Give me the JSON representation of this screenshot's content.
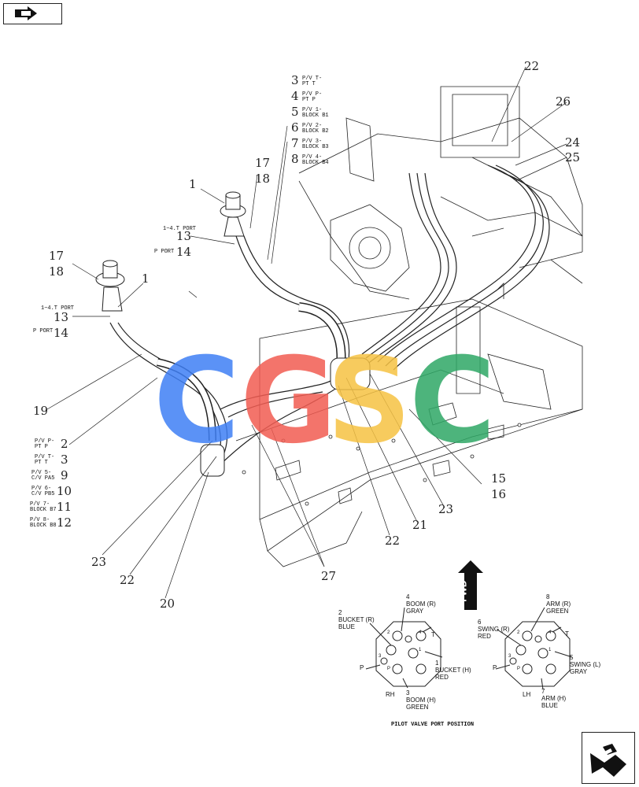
{
  "nav": {
    "top_left_icon": "arrow-right-icon",
    "bottom_right_icon": "arrow-right-icon"
  },
  "fwd_label": "FWD",
  "watermark": {
    "letters": [
      "C",
      "G",
      "S",
      "C"
    ],
    "colors": [
      "#3f7ff5",
      "#f25c52",
      "#f6c243",
      "#2fa866"
    ]
  },
  "callouts": [
    {
      "id": "c1a",
      "text": "1"
    },
    {
      "id": "c1b",
      "text": "1"
    },
    {
      "id": "c2",
      "text": "2"
    },
    {
      "id": "c3",
      "text": "3"
    },
    {
      "id": "c3b",
      "text": "3"
    },
    {
      "id": "c4",
      "text": "4"
    },
    {
      "id": "c5",
      "text": "5"
    },
    {
      "id": "c6",
      "text": "6"
    },
    {
      "id": "c7",
      "text": "7"
    },
    {
      "id": "c8",
      "text": "8"
    },
    {
      "id": "c9",
      "text": "9"
    },
    {
      "id": "c10",
      "text": "10"
    },
    {
      "id": "c11",
      "text": "11"
    },
    {
      "id": "c12",
      "text": "12"
    },
    {
      "id": "c13a",
      "text": "13"
    },
    {
      "id": "c13b",
      "text": "13"
    },
    {
      "id": "c14a",
      "text": "14"
    },
    {
      "id": "c14b",
      "text": "14"
    },
    {
      "id": "c15",
      "text": "15"
    },
    {
      "id": "c16",
      "text": "16"
    },
    {
      "id": "c17a",
      "text": "17"
    },
    {
      "id": "c17b",
      "text": "17"
    },
    {
      "id": "c18a",
      "text": "18"
    },
    {
      "id": "c18b",
      "text": "18"
    },
    {
      "id": "c19",
      "text": "19"
    },
    {
      "id": "c20",
      "text": "20"
    },
    {
      "id": "c21",
      "text": "21"
    },
    {
      "id": "c22a",
      "text": "22"
    },
    {
      "id": "c22b",
      "text": "22"
    },
    {
      "id": "c22c",
      "text": "22"
    },
    {
      "id": "c23a",
      "text": "23"
    },
    {
      "id": "c23b",
      "text": "23"
    },
    {
      "id": "c24",
      "text": "24"
    },
    {
      "id": "c25",
      "text": "25"
    },
    {
      "id": "c26",
      "text": "26"
    },
    {
      "id": "c27",
      "text": "27"
    }
  ],
  "legend_top": [
    {
      "num": "3",
      "text": "P/V T-\nPT T"
    },
    {
      "num": "4",
      "text": "P/V P-\nPT P"
    },
    {
      "num": "5",
      "text": "P/V 1-\nBLOCK B1"
    },
    {
      "num": "6",
      "text": "P/V 2-\nBLOCK B2"
    },
    {
      "num": "7",
      "text": "P/V 3-\nBLOCK B3"
    },
    {
      "num": "8",
      "text": "P/V 4-\nBLOCK B4"
    }
  ],
  "legend_left": [
    {
      "num": "2",
      "text": "P/V P-\nPT P"
    },
    {
      "num": "3",
      "text": "P/V T-\nPT T"
    },
    {
      "num": "9",
      "text": "P/V 5-\nC/V PA5"
    },
    {
      "num": "10",
      "text": "P/V 6-\nC/V PB5"
    },
    {
      "num": "11",
      "text": "P/V 7-\nBLOCK B7"
    },
    {
      "num": "12",
      "text": "P/V 8-\nBLOCK B8"
    }
  ],
  "port_labels": {
    "t_port_upper": "1~4.T PORT",
    "p_port_upper": "P PORT",
    "t_port_lower": "1~4.T PORT",
    "p_port_lower": "P PORT"
  },
  "pilot_rh": {
    "side_label": "RH",
    "l4": "4\nBOOM (R)\nGRAY",
    "l2": "2\nBUCKET (R)\nBLUE",
    "l1": "1\nBUCKET (H)\nRED",
    "l3": "3\nBOOM (H)\nGREEN",
    "t": "T",
    "p": "P",
    "in_2": "2",
    "in_4": "4",
    "in_3": "3",
    "in_1": "1",
    "in_p": "P"
  },
  "pilot_lh": {
    "side_label": "LH",
    "l8": "8\nARM (R)\nGREEN",
    "l6": "6\nSWING (R)\nRED",
    "l5": "5\nSWING (L)\nGRAY",
    "l7": "7\nARM (H)\nBLUE",
    "t": "T",
    "p": "P",
    "in_2": "2",
    "in_4": "4",
    "in_3": "3",
    "in_1": "1",
    "in_p": "P"
  },
  "caption": "PILOT VALVE PORT POSITION"
}
